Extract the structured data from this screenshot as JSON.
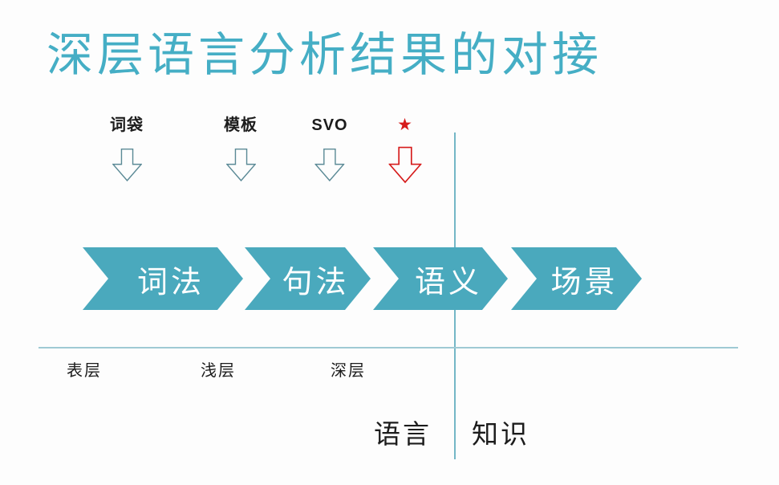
{
  "title": "深层语言分析结果的对接",
  "method_columns": [
    {
      "label": "词袋"
    },
    {
      "label": "模板"
    },
    {
      "label": "SVO"
    },
    {
      "label": "★"
    }
  ],
  "pipeline_chevrons": [
    {
      "label": "词法"
    },
    {
      "label": "句法"
    },
    {
      "label": "语义"
    },
    {
      "label": "场景"
    }
  ],
  "depth_labels": [
    "表层",
    "浅层",
    "深层"
  ],
  "bottom_labels": {
    "left": "语言",
    "right": "知识"
  },
  "icons": {
    "down_arrow": "hollow down arrow",
    "star": "★"
  },
  "colors": {
    "title_teal": "#45aec5",
    "chevron_teal": "#4aa9bd",
    "arrow_stroke": "#5b8a96",
    "accent_red": "#d61c1c",
    "guide_line_v": "#74b7c7",
    "guide_line_h": "#9fcad4",
    "text_dark": "#1c1c1c"
  }
}
